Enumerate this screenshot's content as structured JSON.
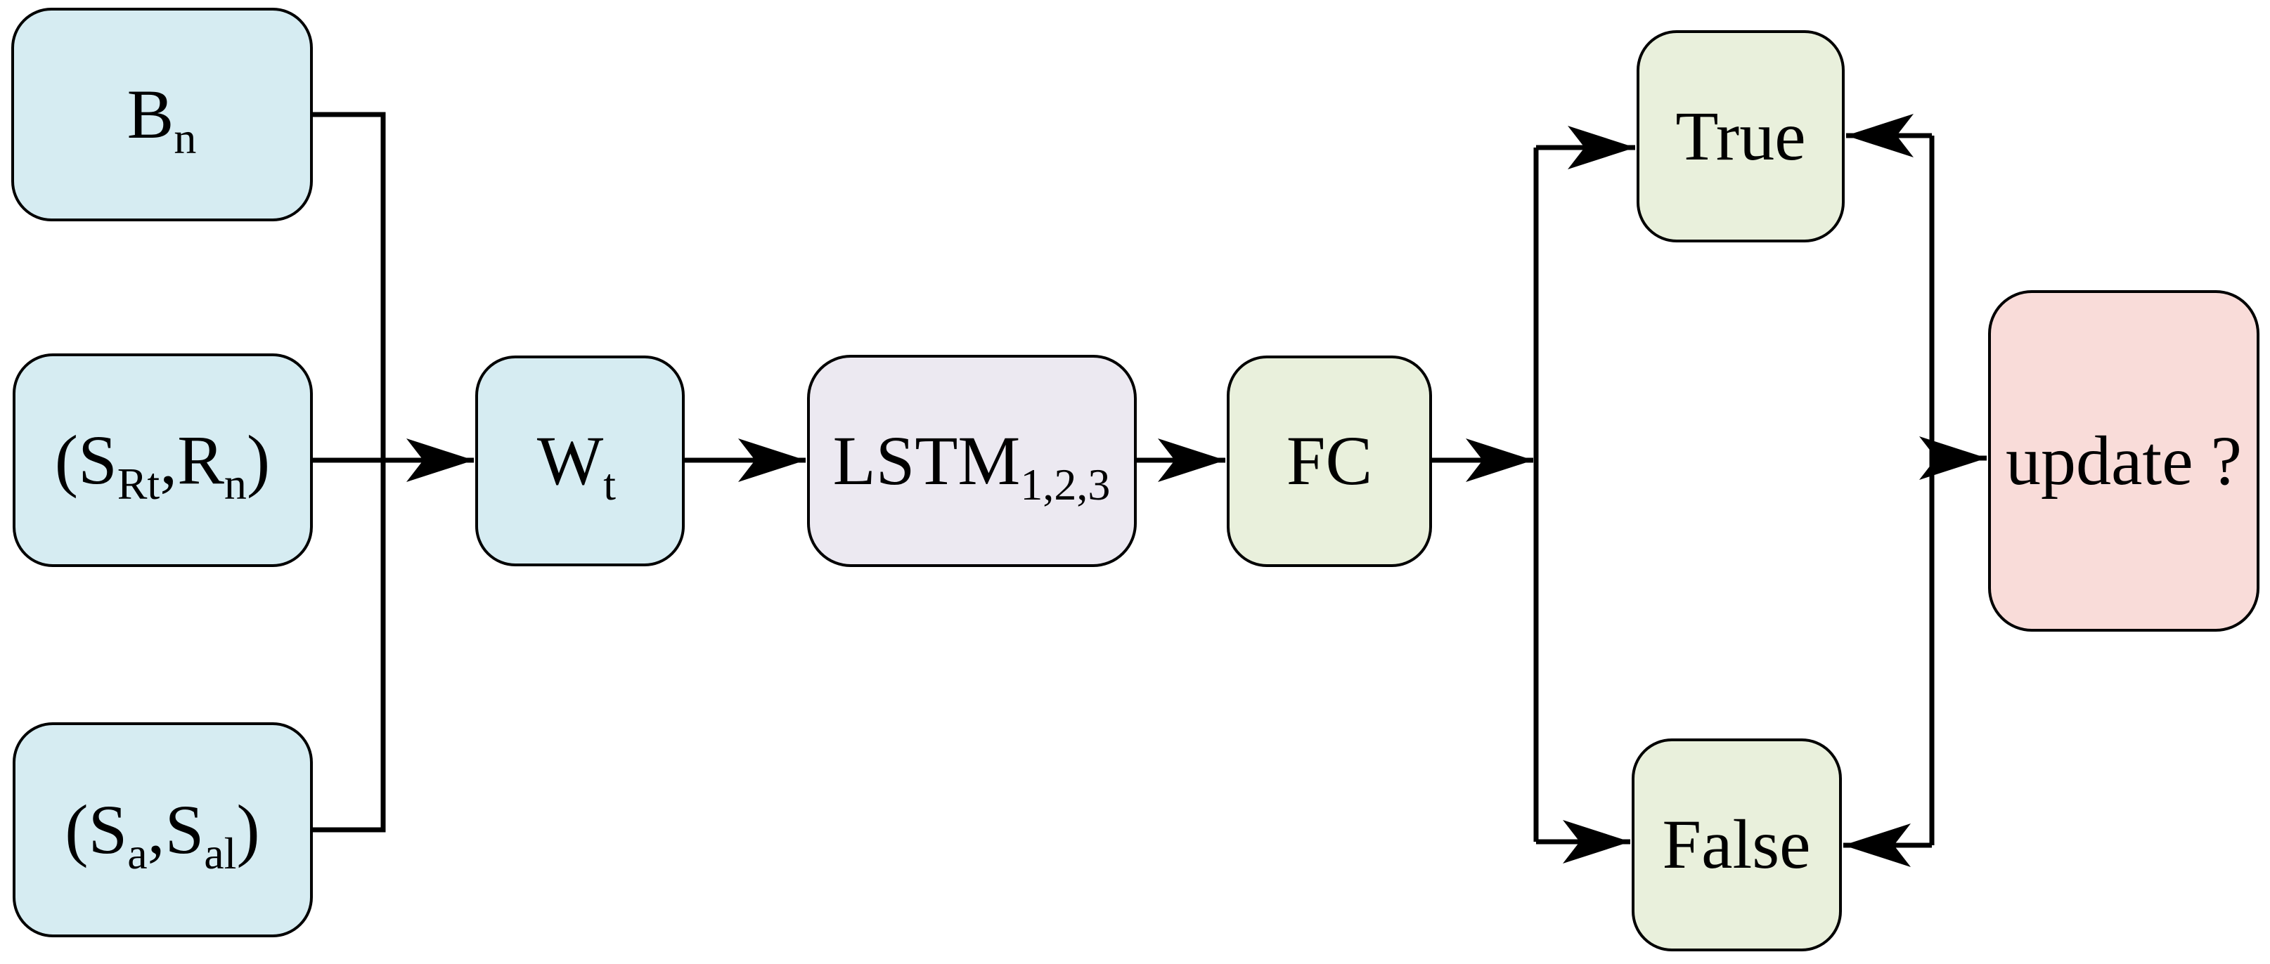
{
  "diagram": {
    "colors": {
      "node_blue": "#d6ecf2",
      "node_lavender": "#ece9f1",
      "node_green": "#e9f0dc",
      "node_pink": "#f9dcd9",
      "stroke": "#000000",
      "background": "#ffffff"
    },
    "nodes": {
      "bn": {
        "segments": [
          {
            "t": "B"
          },
          {
            "t": "n",
            "sub": true
          }
        ]
      },
      "srt_rn": {
        "segments": [
          {
            "t": "(S"
          },
          {
            "t": "Rt",
            "sub": true
          },
          {
            "t": ",R"
          },
          {
            "t": "n",
            "sub": true
          },
          {
            "t": ")"
          }
        ]
      },
      "sa_sal": {
        "segments": [
          {
            "t": "(S"
          },
          {
            "t": "a",
            "sub": true
          },
          {
            "t": ",S"
          },
          {
            "t": "al",
            "sub": true
          },
          {
            "t": ")"
          }
        ]
      },
      "wt": {
        "segments": [
          {
            "t": "W"
          },
          {
            "t": "t",
            "sub": true
          }
        ]
      },
      "lstm": {
        "segments": [
          {
            "t": "LSTM"
          },
          {
            "t": "1,2,3",
            "sub": true
          }
        ]
      },
      "fc": {
        "segments": [
          {
            "t": "FC"
          }
        ]
      },
      "true": {
        "segments": [
          {
            "t": "True"
          }
        ]
      },
      "false": {
        "segments": [
          {
            "t": "False"
          }
        ]
      },
      "update": {
        "segments": [
          {
            "t": "update ?"
          }
        ]
      }
    }
  }
}
